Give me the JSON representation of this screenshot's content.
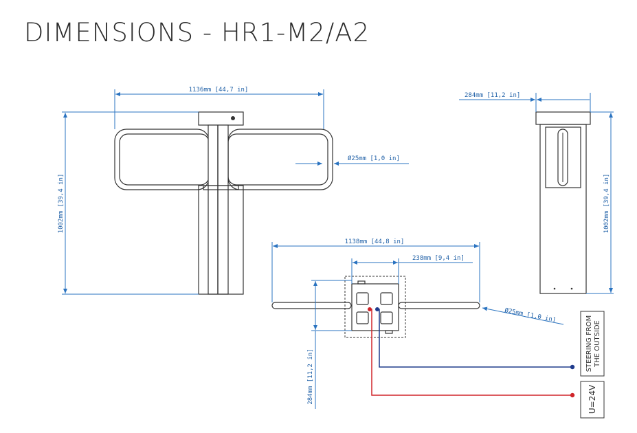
{
  "title": "DIMENSIONS - HR1-M2/A2",
  "dimensions": {
    "front_width": "1136mm [44,7 in]",
    "front_height": "1002mm [39,4 in]",
    "tube_diameter_front": "Ø25mm [1,0 in]",
    "side_depth": "284mm [11,2 in]",
    "side_height": "1002mm [39,4 in]",
    "top_total_width": "1138mm [44,8 in]",
    "top_body_width": "238mm [9,4 in]",
    "top_depth": "284mm [11,2 in]",
    "tube_diameter_top": "Ø25mm [1,0 in]"
  },
  "labels": {
    "steering": [
      "STEERING FROM",
      "THE OUTSIDE"
    ],
    "voltage": "U=24V"
  },
  "colors": {
    "dimension": "#2a73c0",
    "wire_blue": "#1f3b8c",
    "wire_red": "#d0252a"
  }
}
